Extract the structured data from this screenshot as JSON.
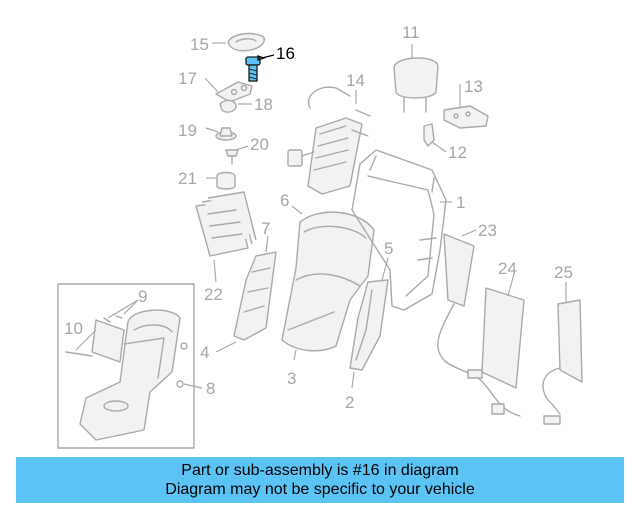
{
  "diagram": {
    "highlight_color": "#000000",
    "highlight_part_color": "#5bc4f5",
    "callouts": [
      "1",
      "2",
      "3",
      "4",
      "5",
      "6",
      "7",
      "8",
      "9",
      "10",
      "11",
      "12",
      "13",
      "14",
      "15",
      "16",
      "17",
      "18",
      "19",
      "20",
      "21",
      "22",
      "23",
      "24",
      "25"
    ],
    "highlighted": "16"
  },
  "banner": {
    "line1": "Part or sub-assembly is #16 in diagram",
    "line2": "Diagram may not be specific to your vehicle",
    "background": "#5bc4f5"
  }
}
